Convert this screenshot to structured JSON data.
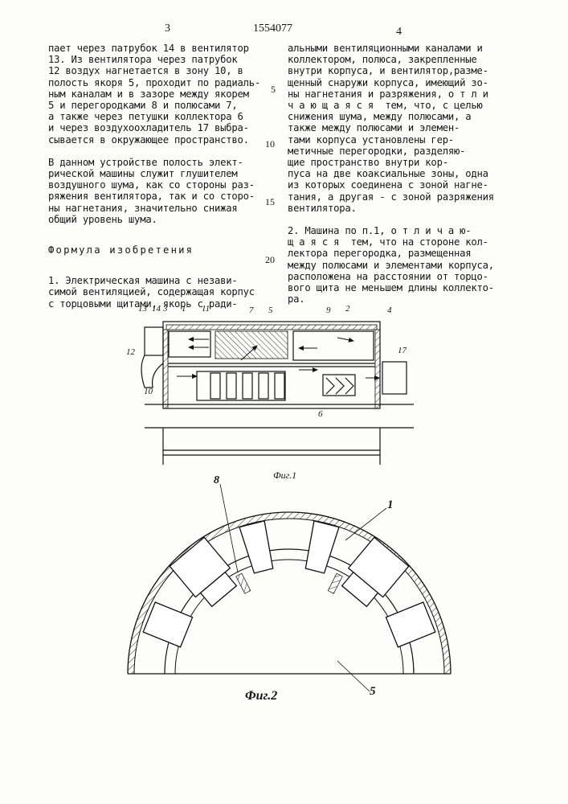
{
  "header": {
    "page_left": "3",
    "patent_number": "1554077",
    "page_right": "4"
  },
  "left_column": {
    "para1": [
      "пает через патрубок 14 в вентилятор",
      "13. Из вентилятора через патрубок",
      "12 воздух нагнетается в зону 10, в",
      "полость якоря 5, проходит по радиаль-",
      "ным каналам и в зазоре между якорем",
      "5 и перегородками 8 и полюсами 7,",
      "а также через петушки коллектора 6",
      "и через воздухоохладитель 17 выбра-",
      "сывается в окружающее пространство."
    ],
    "para2": [
      "В данном устройстве полость элект-",
      "рической машины служит глушителем",
      "воздушного шума, как со стороны раз-",
      "ряжения вентилятора, так и со сторо-",
      "ны нагнетания, значительно снижая",
      "общий уровень шума."
    ],
    "claims_title": "Формула изобретения",
    "claim1": [
      "1. Электрическая машина с незави-",
      "симой вентиляцией, содержащая корпус",
      "с торцовыми щитами, якорь с ради-"
    ]
  },
  "right_column": {
    "para1": [
      "альными вентиляционными каналами и",
      "коллектором, полюса, закрепленные",
      "внутри корпуса, и вентилятор,разме-",
      "щенный снаружи корпуса, имеющий зо-",
      "ны нагнетания и разряжения, о т л и",
      "ч а ю щ а я с я  тем, что, с целью",
      "снижения шума, между полюсами, а",
      "также между полюсами и элемен-",
      "тами корпуса установлены гер-",
      "метичные перегородки, разделяю-",
      "щие пространство внутри кор-",
      "пуса на две коаксиальные зоны, одна",
      "из которых соединена с зоной нагне-",
      "тания, а другая - с зоной разряжения",
      "вентилятора."
    ],
    "para2": [
      "2. Машина по п.1, о т л и ч а ю-",
      "щ а я с я  тем, что на стороне кол-",
      "лектора перегородка, размещенная",
      "между полюсами и элементами корпуса,",
      "расположена на расстоянии от торцо-",
      "вого щита не меньшем длины коллекто-",
      "ра."
    ]
  },
  "line_numbers": [
    "5",
    "10",
    "15",
    "20"
  ],
  "figure1": {
    "caption": "Фиг.1",
    "labels": [
      "13",
      "14",
      "3",
      "1",
      "11",
      "7",
      "5",
      "9",
      "2",
      "4",
      "12",
      "17",
      "10",
      "6"
    ]
  },
  "figure2": {
    "caption": "Фиг.2",
    "labels": [
      "8",
      "1",
      "5"
    ]
  }
}
